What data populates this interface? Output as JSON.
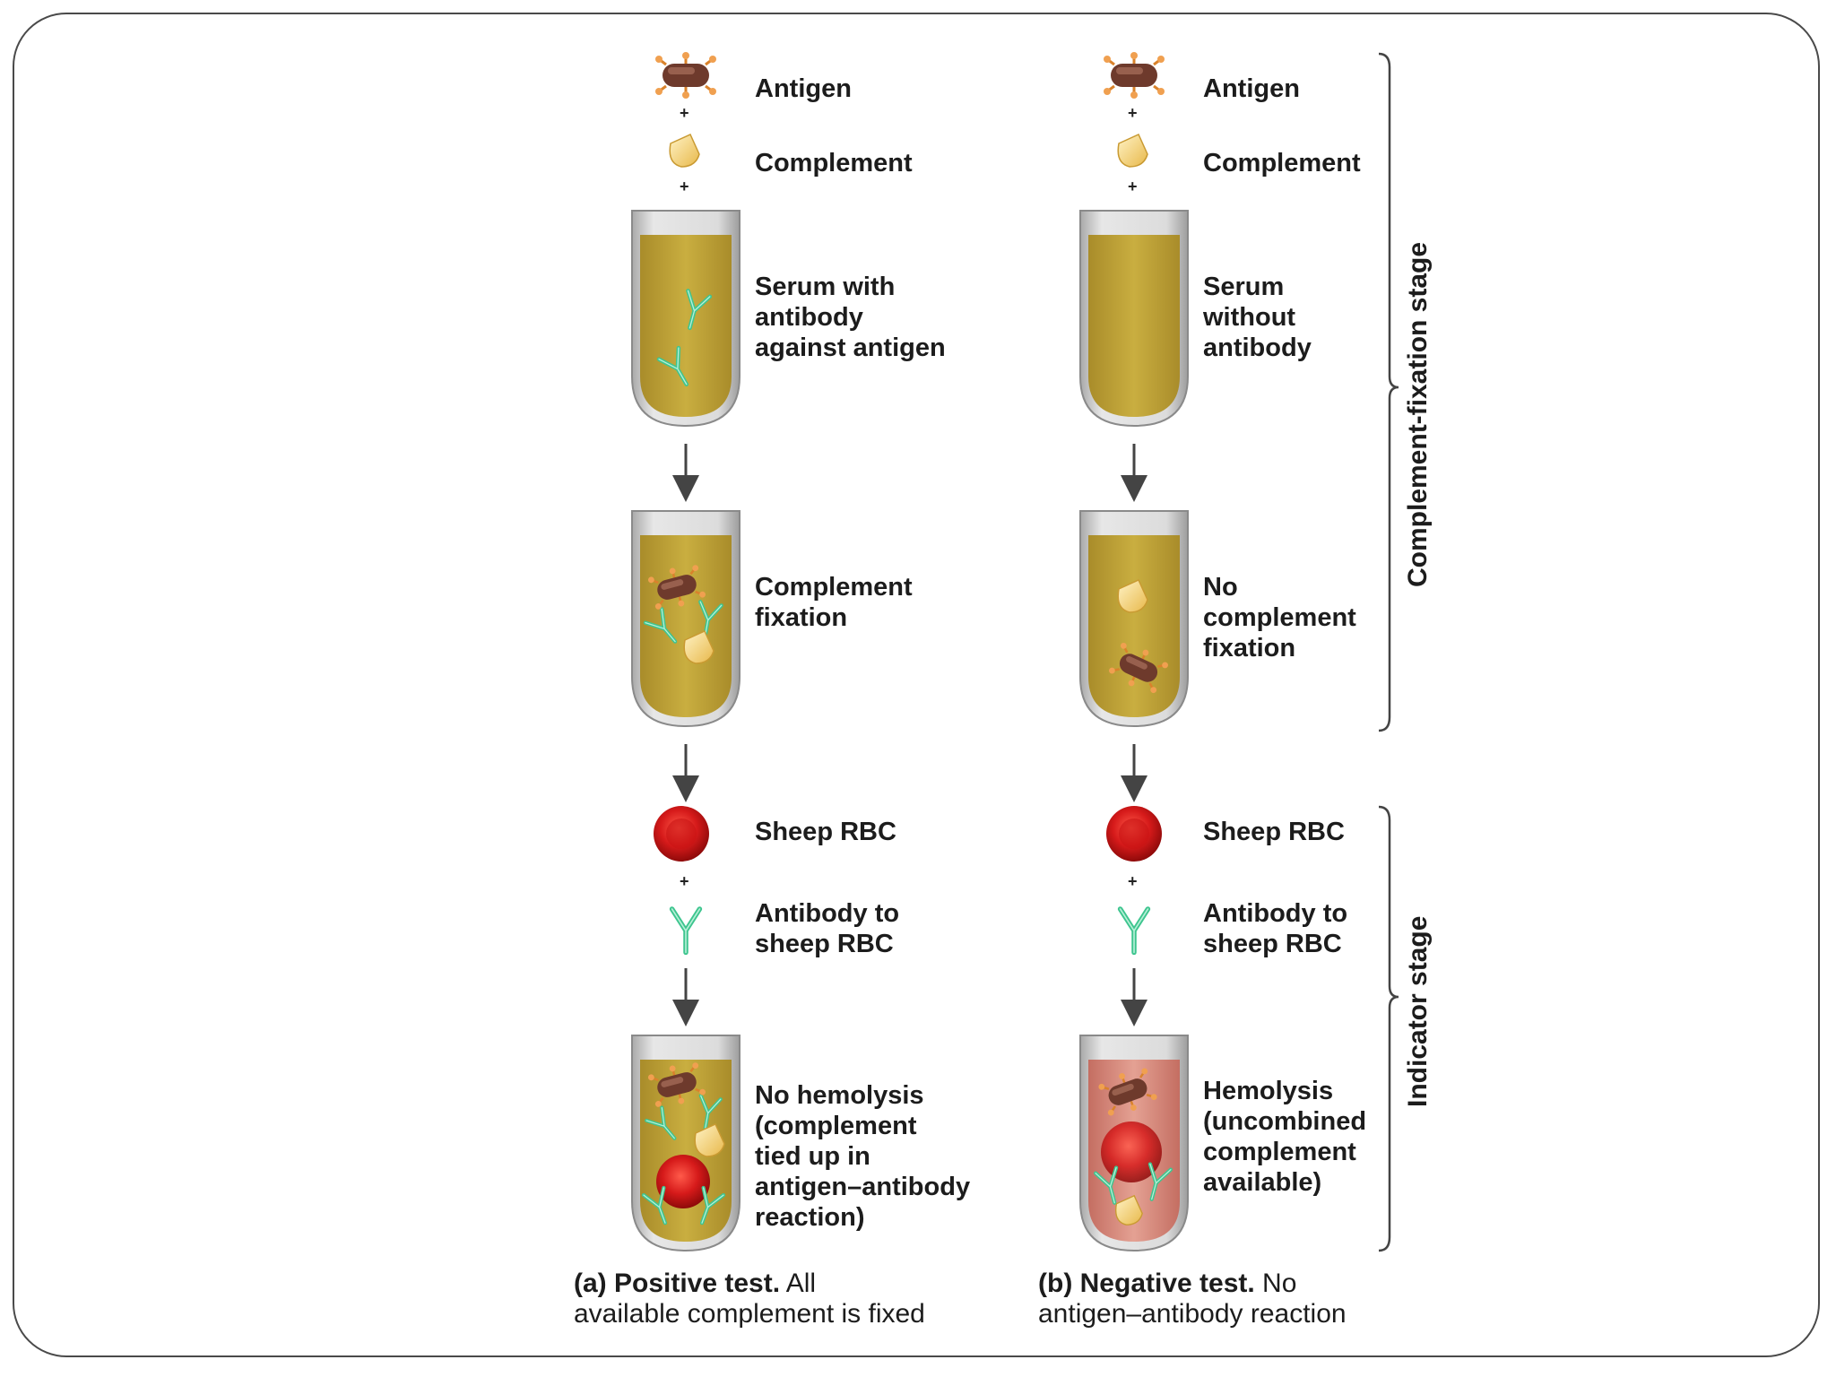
{
  "columns": {
    "positive": {
      "antigen": "Antigen",
      "complement": "Complement",
      "serum": "Serum with\nantibody\nagainst antigen",
      "fixation": "Complement\nfixation",
      "sheep_rbc": "Sheep RBC",
      "antibody_rbc": "Antibody to\nsheep RBC",
      "result": "No hemolysis\n(complement\ntied up in\nantigen–antibody\nreaction)",
      "caption_bold": "(a) Positive test.",
      "caption_text": " All\navailable complement is fixed"
    },
    "negative": {
      "antigen": "Antigen",
      "complement": "Complement",
      "serum": "Serum\nwithout\nantibody",
      "fixation": "No\ncomplement\nfixation",
      "sheep_rbc": "Sheep RBC",
      "antibody_rbc": "Antibody to\nsheep RBC",
      "result": "Hemolysis\n(uncombined\ncomplement\navailable)",
      "caption_bold": "(b) Negative test.",
      "caption_text": " No\nantigen–antibody reaction"
    }
  },
  "plus_sign": "+",
  "stages": {
    "fixation": "Complement-fixation stage",
    "indicator": "Indicator stage"
  },
  "colors": {
    "serum": "#c8ad3c",
    "antibody": "#3ec58f",
    "rbc": "#d61a1a",
    "antigen": "#6e3a2c",
    "complement": "#f2c866",
    "hemolysis": "#d88a7e"
  }
}
